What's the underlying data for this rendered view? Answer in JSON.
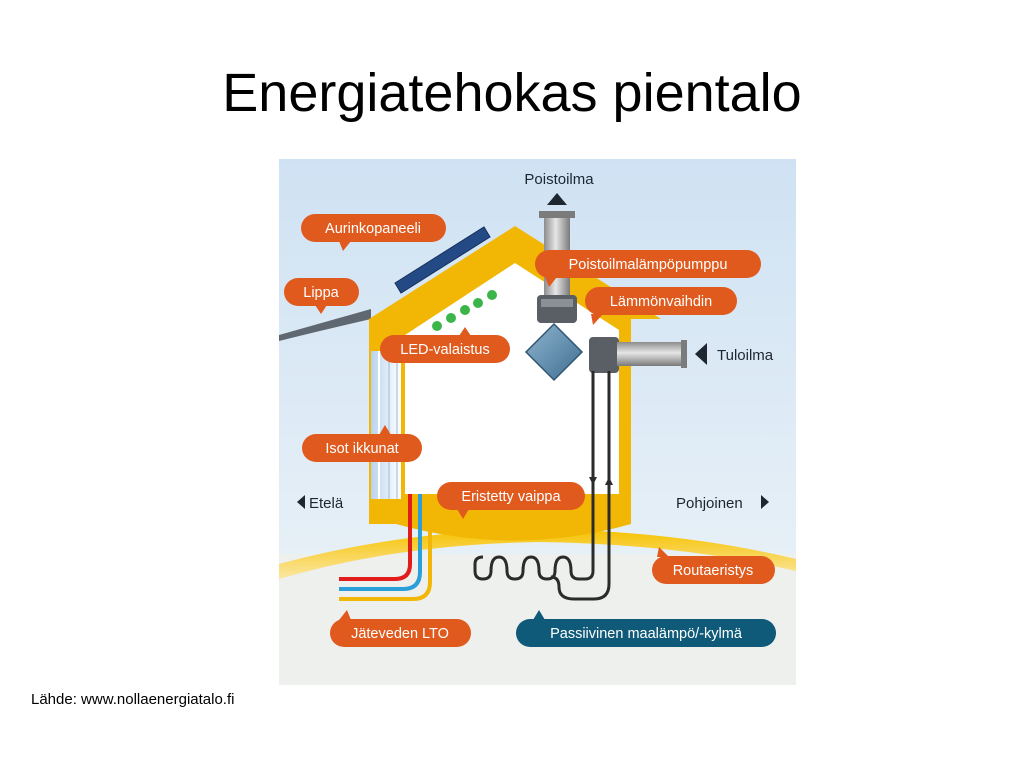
{
  "slide": {
    "title": "Energiatehokas pientalo",
    "source": "Lähde: www.nollaenergiatalo.fi"
  },
  "diagram": {
    "labels": {
      "exhaust_air": "Poistoilma",
      "solar_panel": "Aurinkopaneeli",
      "canopy": "Lippa",
      "exhaust_heat_pump": "Poistoilmalämpöpumppu",
      "heat_exchanger": "Lämmönvaihdin",
      "led_lighting": "LED-valaistus",
      "supply_air": "Tuloilma",
      "large_windows": "Isot ikkunat",
      "south": "Etelä",
      "insulated_envelope": "Eristetty vaippa",
      "north": "Pohjoinen",
      "frost_insulation": "Routaeristys",
      "waste_water_hr": "Jäteveden LTO",
      "passive_geothermal": "Passiivinen maalämpö/-kylmä"
    },
    "colors": {
      "sky": "#dce9f5",
      "ground": "#eef0ee",
      "insulation": "#f2b705",
      "label_orange": "#e05a1e",
      "label_teal": "#0f5a78",
      "panel": "#244a86",
      "led": "#3bb54a"
    }
  }
}
